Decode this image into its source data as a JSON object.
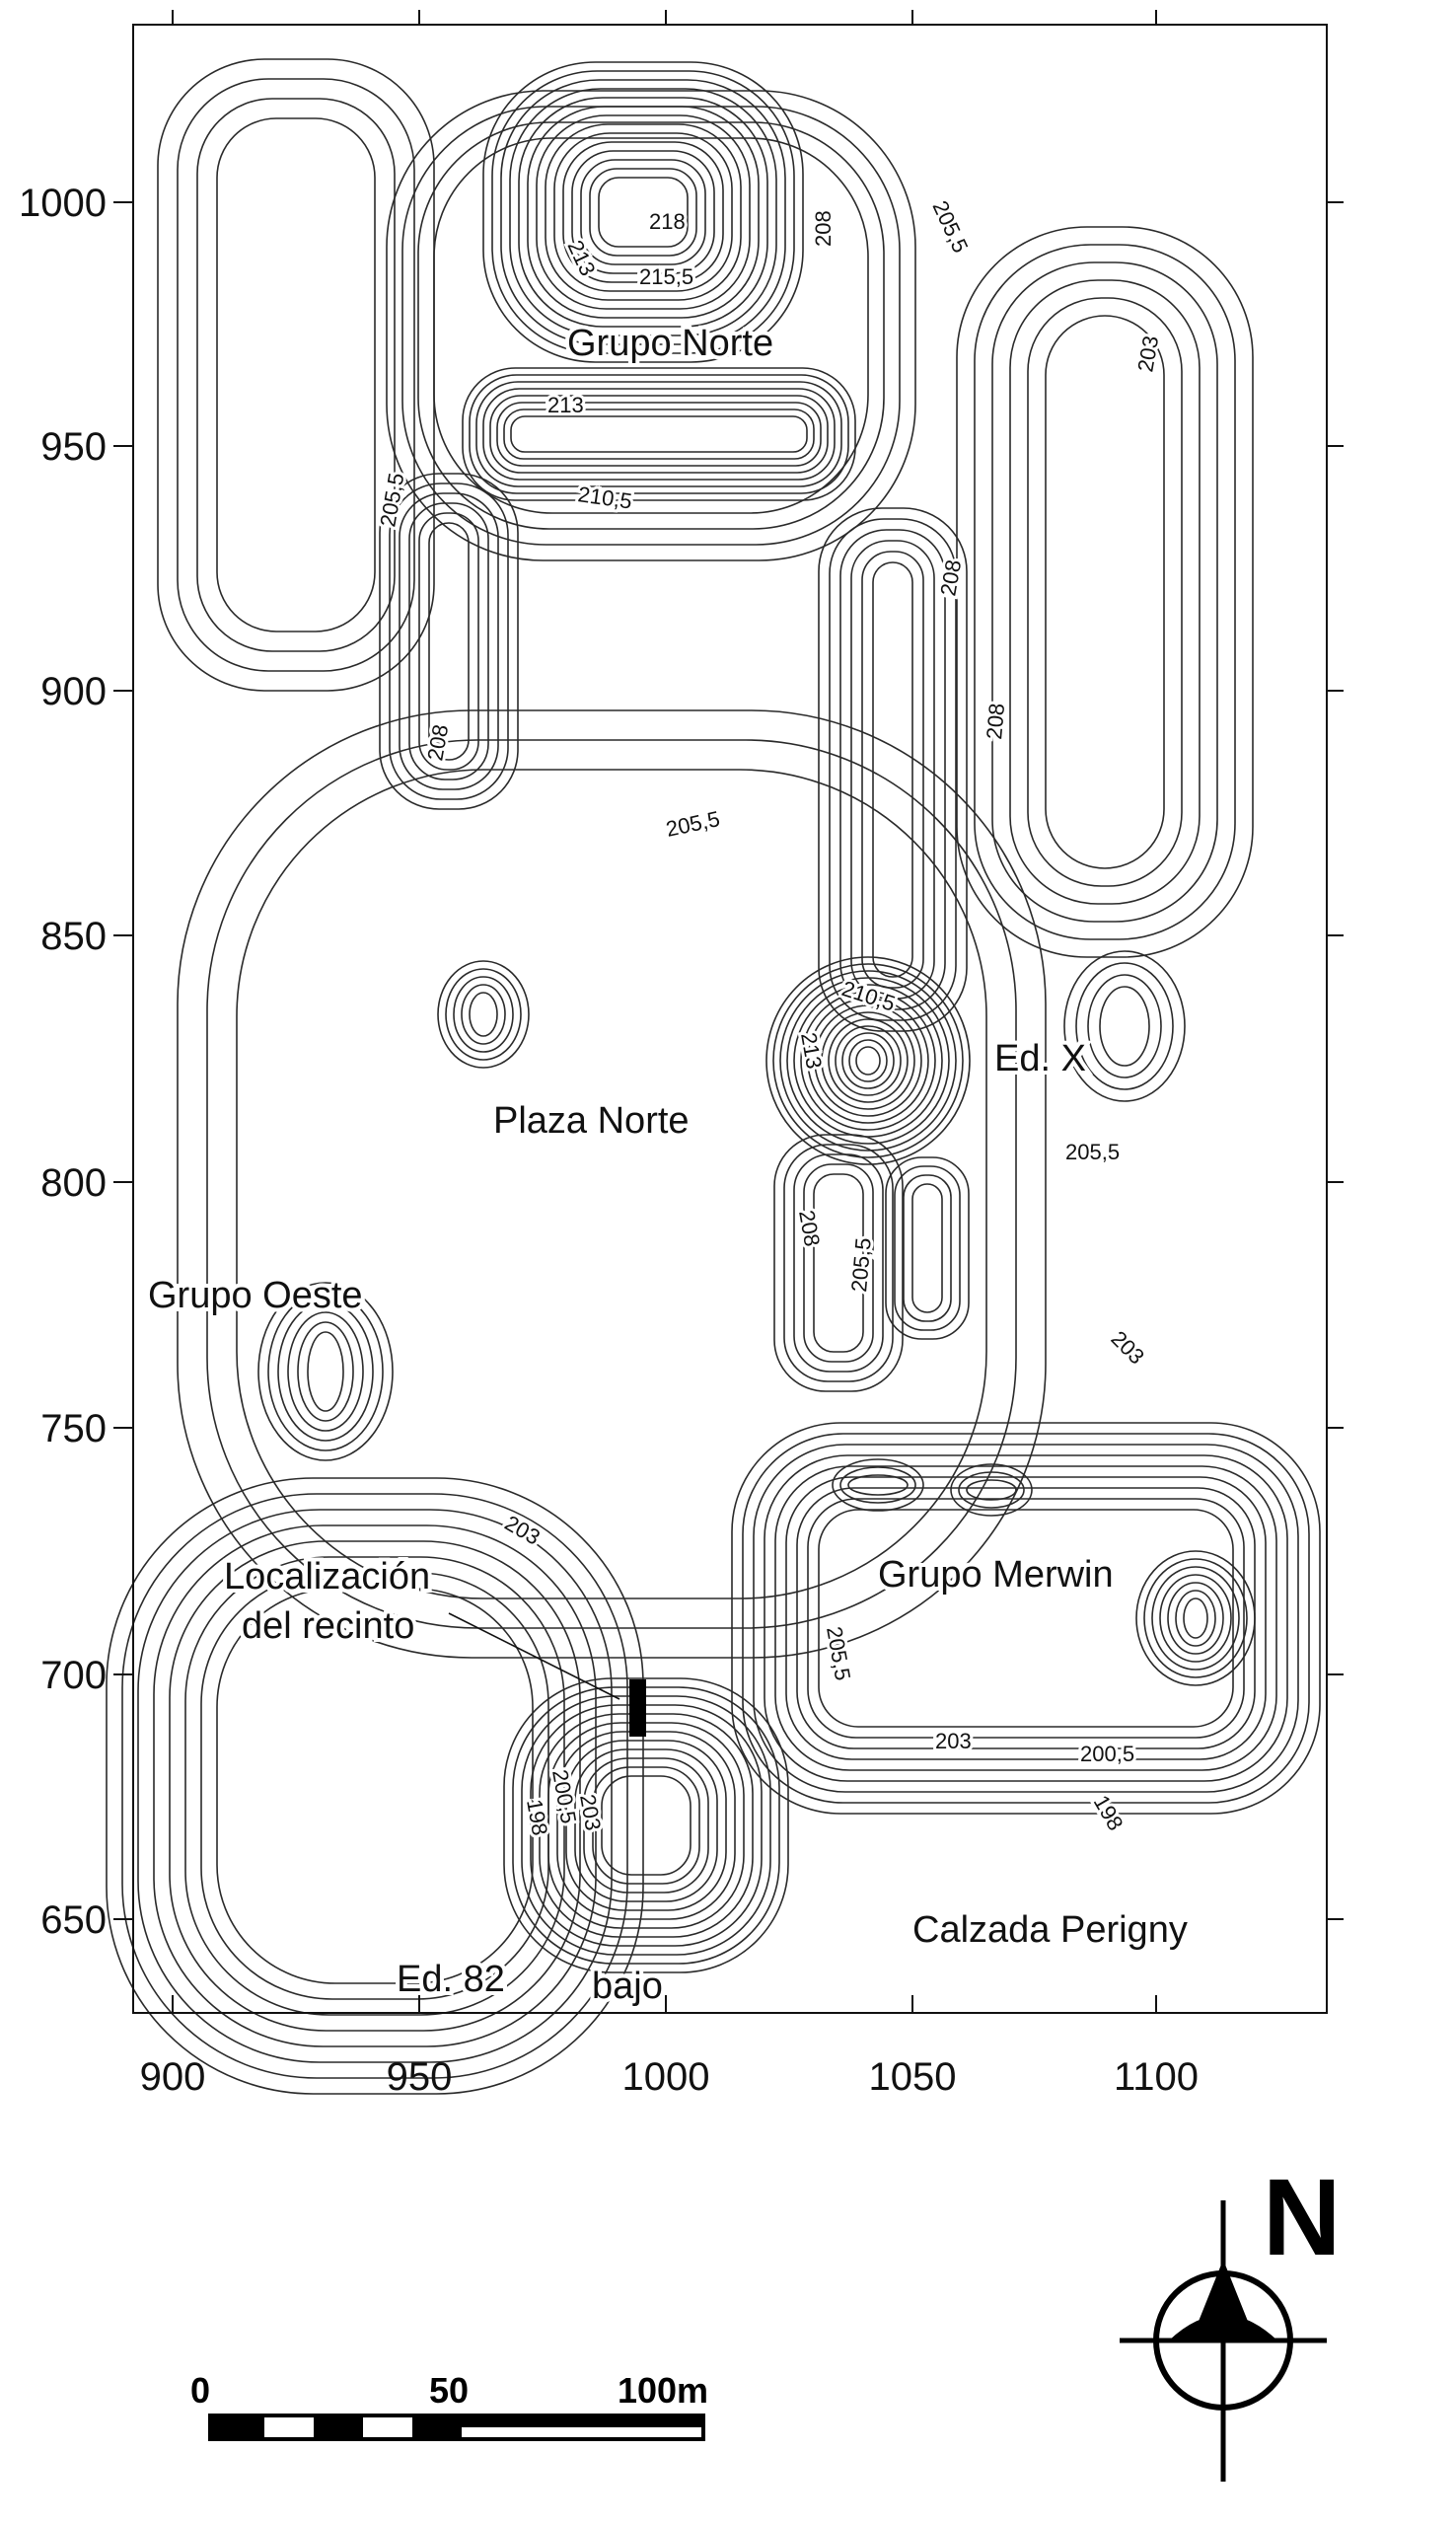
{
  "map": {
    "axes": {
      "x_ticks": [
        "900",
        "950",
        "1000",
        "1050",
        "1100"
      ],
      "y_ticks": [
        "1000",
        "950",
        "900",
        "850",
        "800",
        "750",
        "700",
        "650"
      ]
    },
    "places": {
      "grupo_norte": "Grupo Norte",
      "plaza_norte": "Plaza Norte",
      "ed_x": "Ed. X",
      "grupo_oeste": "Grupo Oeste",
      "grupo_merwin": "Grupo Merwin",
      "localizacion_1": "Localización",
      "localizacion_2": "del recinto",
      "calzada": "Calzada Perigny",
      "ed_82": "Ed. 82",
      "bajo": "bajo"
    },
    "contour_labels": {
      "c218": "218",
      "c215_5": "215,5",
      "c213_top": "213",
      "c213_norte": "213",
      "c208_ne": "208",
      "c205_5_ne": "205,5",
      "c203_e": "203",
      "c205_5_w": "205,5",
      "c210_5_norte": "210,5",
      "c208_mid": "208",
      "c208_mid2": "208",
      "c208_w": "208",
      "c205_5_plaza": "205,5",
      "c210_5_x": "210,5",
      "c213_x": "213",
      "c205_5_x": "205,5",
      "c208_s": "208",
      "c205_5_s": "205,5",
      "c203_se": "203",
      "c203_sw": "203",
      "c205_5_merwin": "205,5",
      "c203_merwin": "203",
      "c200_5_merwin": "200,5",
      "c198_merwin": "198",
      "c200_5_sw": "200,5",
      "c198_sw": "198",
      "c203_sw2": "203"
    },
    "scale_bar": {
      "l0": "0",
      "l50": "50",
      "l100": "100m"
    },
    "north": "N"
  }
}
